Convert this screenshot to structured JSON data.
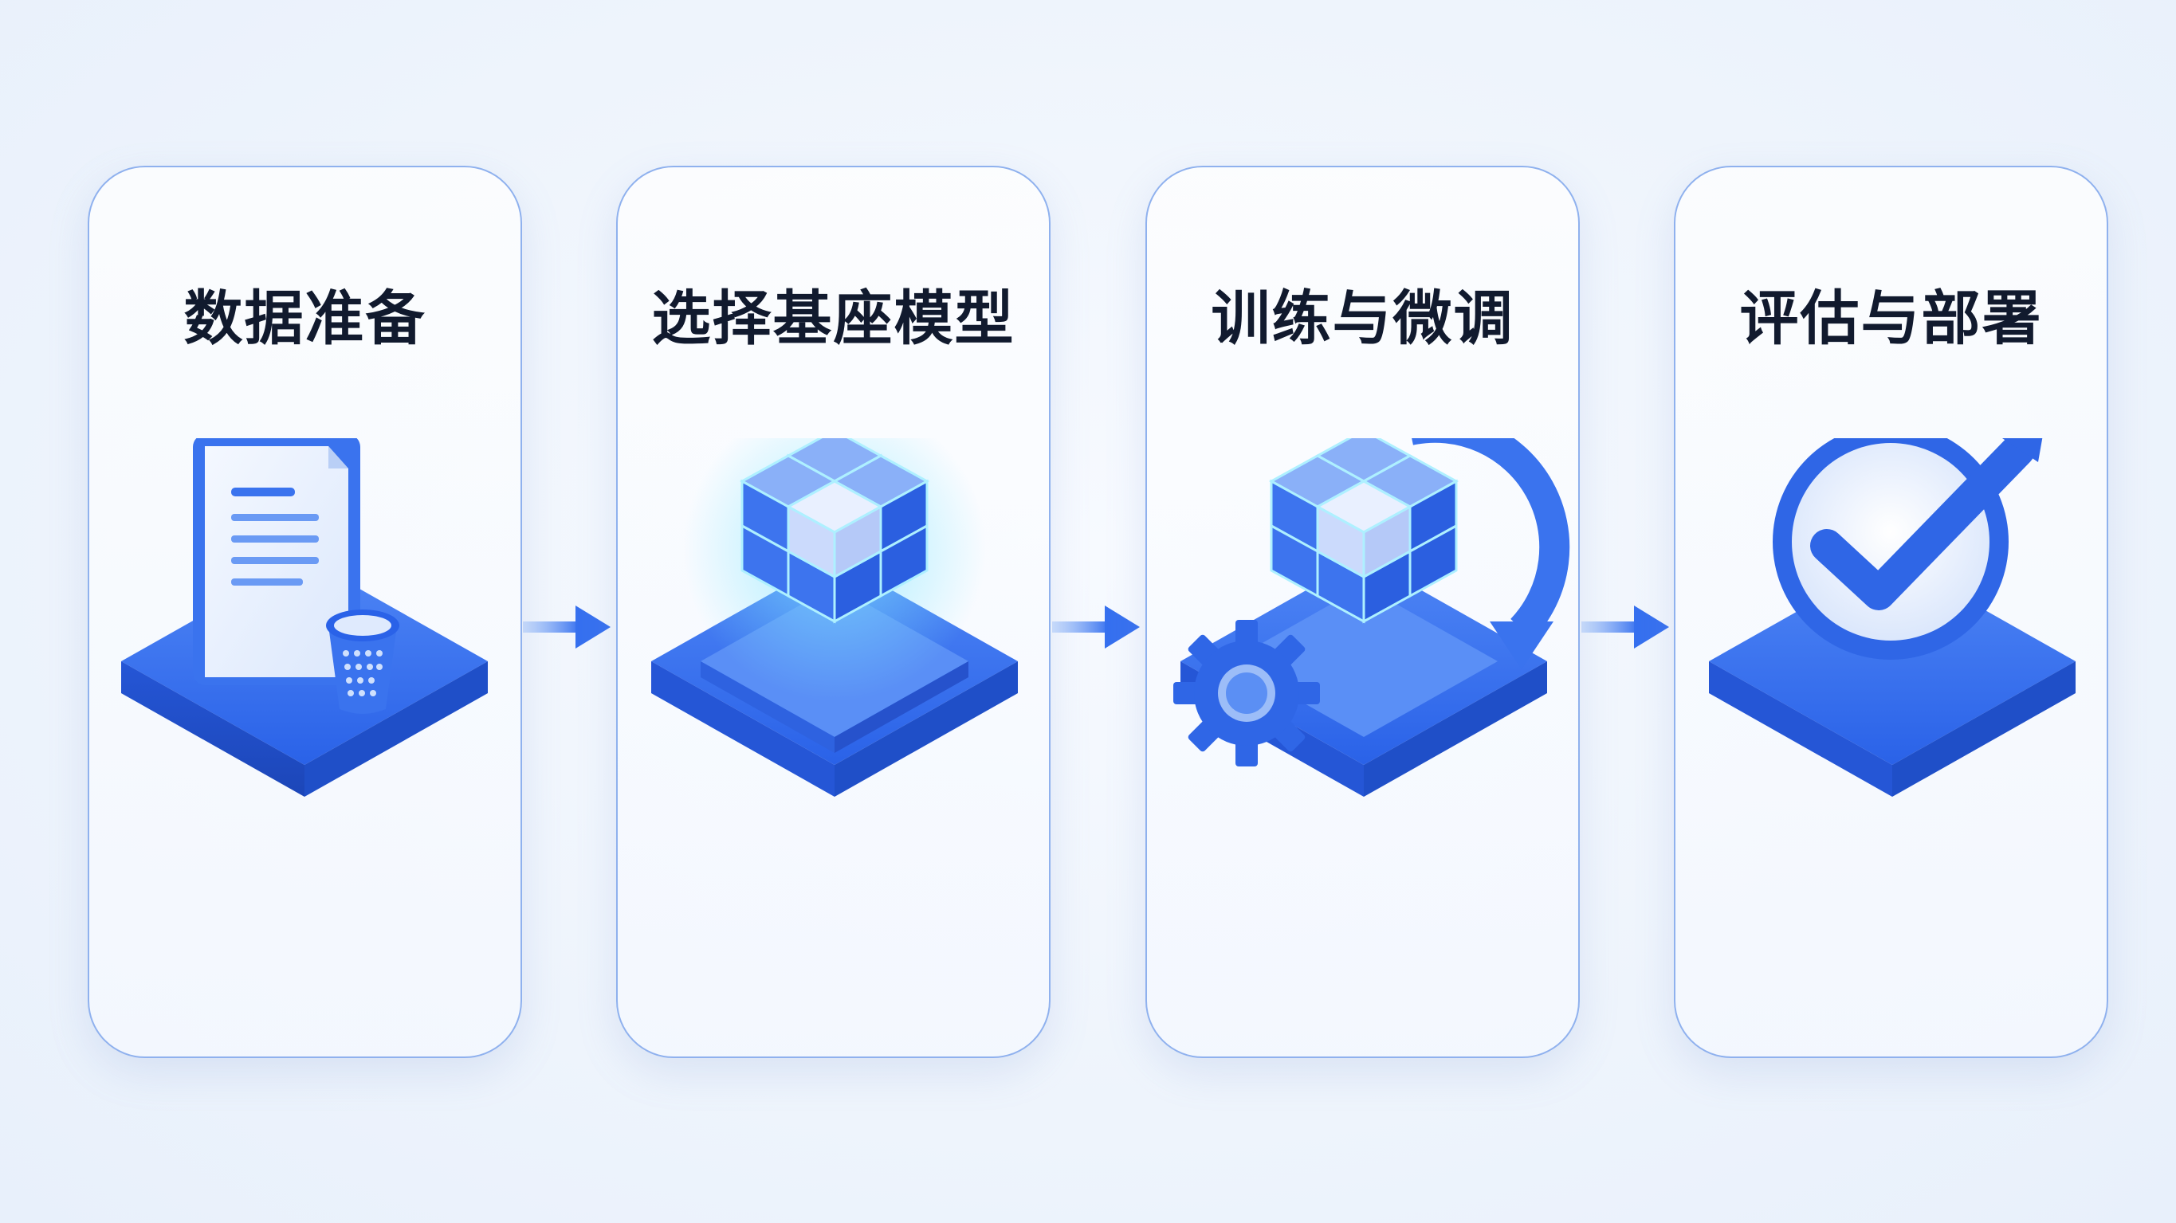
{
  "steps": [
    {
      "title": "数据准备",
      "icon": "document-trash-icon"
    },
    {
      "title": "选择基座模型",
      "icon": "cube-model-icon"
    },
    {
      "title": "训练与微调",
      "icon": "cube-gear-refresh-icon"
    },
    {
      "title": "评估与部署",
      "icon": "checkmark-growth-icon"
    }
  ],
  "colors": {
    "primary": "#2f6cf0",
    "light": "#6aa0f7",
    "glow": "#3fd0ff",
    "border": "#8fb1ee",
    "text": "#111a2e"
  }
}
